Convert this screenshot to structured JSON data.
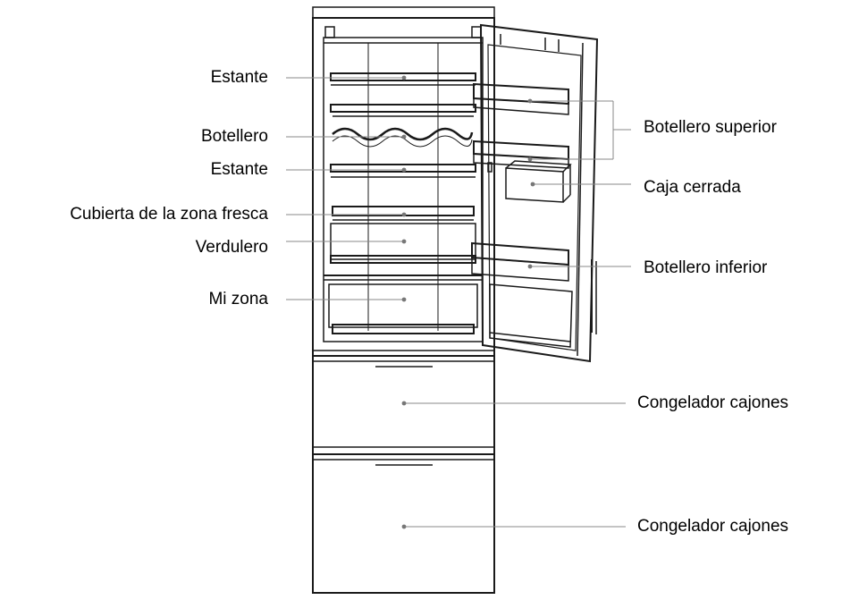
{
  "diagram": {
    "colors": {
      "outline": "#1a1a1a",
      "leader": "#888888",
      "dot": "#777777",
      "text": "#000000"
    },
    "labels_left": [
      {
        "key": "estante_1",
        "text": "Estante"
      },
      {
        "key": "botellero",
        "text": "Botellero"
      },
      {
        "key": "estante_2",
        "text": "Estante"
      },
      {
        "key": "cubierta",
        "text": "Cubierta de la zona fresca"
      },
      {
        "key": "verdulero",
        "text": "Verdulero"
      },
      {
        "key": "mi_zona",
        "text": "Mi zona"
      }
    ],
    "labels_right": [
      {
        "key": "botellero_superior",
        "text": "Botellero superior"
      },
      {
        "key": "caja_cerrada",
        "text": "Caja cerrada"
      },
      {
        "key": "botellero_inferior",
        "text": "Botellero inferior"
      },
      {
        "key": "congelador_1",
        "text": "Congelador cajones"
      },
      {
        "key": "congelador_2",
        "text": "Congelador cajones"
      }
    ]
  }
}
